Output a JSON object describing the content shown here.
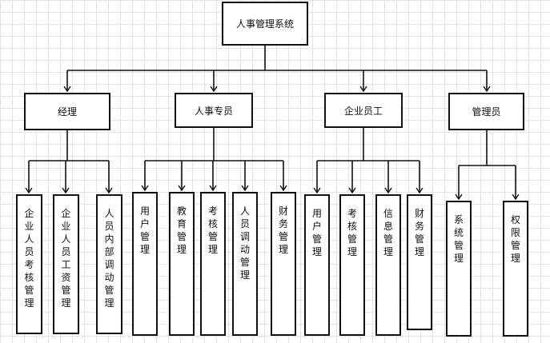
{
  "root": {
    "label": "人事管理系统"
  },
  "groups": [
    {
      "label": "经理",
      "children": [
        "企业人员考核管理",
        "企业人员工资管理",
        "人员内部调动管理"
      ]
    },
    {
      "label": "人事专员",
      "children": [
        "用户管理",
        "教育管理",
        "考核管理",
        "人员调动管理",
        "财务管理"
      ]
    },
    {
      "label": "企业员工",
      "children": [
        "用户管理",
        "考核管理",
        "信息管理",
        "财务管理"
      ]
    },
    {
      "label": "管理员",
      "children": [
        "系统管理",
        "权限管理"
      ]
    }
  ]
}
